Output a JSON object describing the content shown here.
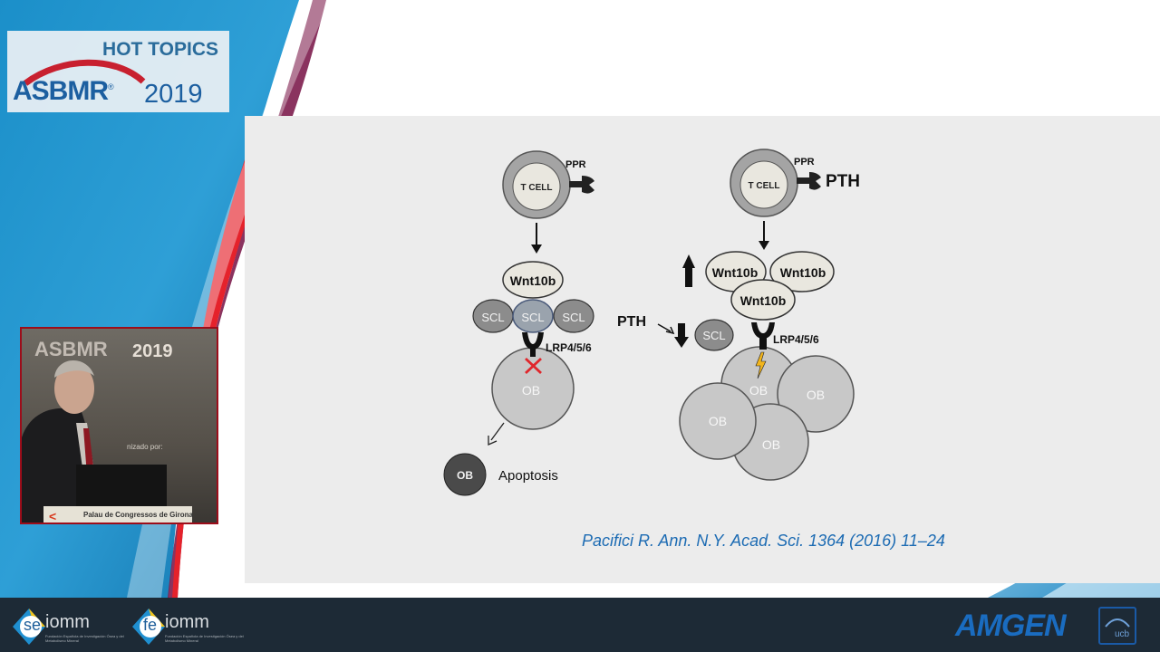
{
  "header": {
    "hot_topics": "HOT TOPICS",
    "brand": "ASBMR",
    "registered": "®",
    "year": "2019"
  },
  "video": {
    "backdrop_brand": "ASBMR",
    "backdrop_year": "2019",
    "organized_by": "nizado por:",
    "podium_text": "Palau de Congressos de Girona"
  },
  "diagram": {
    "left": {
      "receptor": "PPR",
      "t_cell": "T CELL",
      "ligand": "Wnt10b",
      "sclerostin": [
        "SCL",
        "SCL",
        "SCL"
      ],
      "coreceptor": "LRP4/5/6",
      "osteoblast": "OB",
      "apoptotic_cell": "OB",
      "outcome": "Apoptosis"
    },
    "right": {
      "receptor": "PPR",
      "t_cell": "T CELL",
      "hormone": "PTH",
      "ligands": [
        "Wnt10b",
        "Wnt10b",
        "Wnt10b"
      ],
      "hormone_label": "PTH",
      "sclerostin": "SCL",
      "coreceptor": "LRP4/5/6",
      "osteoblasts": [
        "OB",
        "OB",
        "OB",
        "OB"
      ]
    },
    "colors": {
      "cell_gray": "#c8c8c8",
      "wnt_fill": "#e9e7df",
      "scl_fill": "#8c8c8c",
      "apoptotic_fill": "#4a4a4a",
      "block_mark": "#e0262b",
      "signal_bolt": "#f2b51c"
    }
  },
  "citation": "Pacifici R. Ann. N.Y. Acad. Sci. 1364 (2016) 11–24",
  "footer": {
    "sponsors": [
      {
        "initials": "se",
        "name": "iomm",
        "description": "Fundación Española de Investigación Ósea y del Metabolismo Mineral"
      },
      {
        "initials": "fe",
        "name": "iomm",
        "description": "Fundación Española de Investigación Ósea y del Metabolismo Mineral"
      }
    ],
    "amgen": "AMGEN",
    "ucb": "ucb"
  }
}
